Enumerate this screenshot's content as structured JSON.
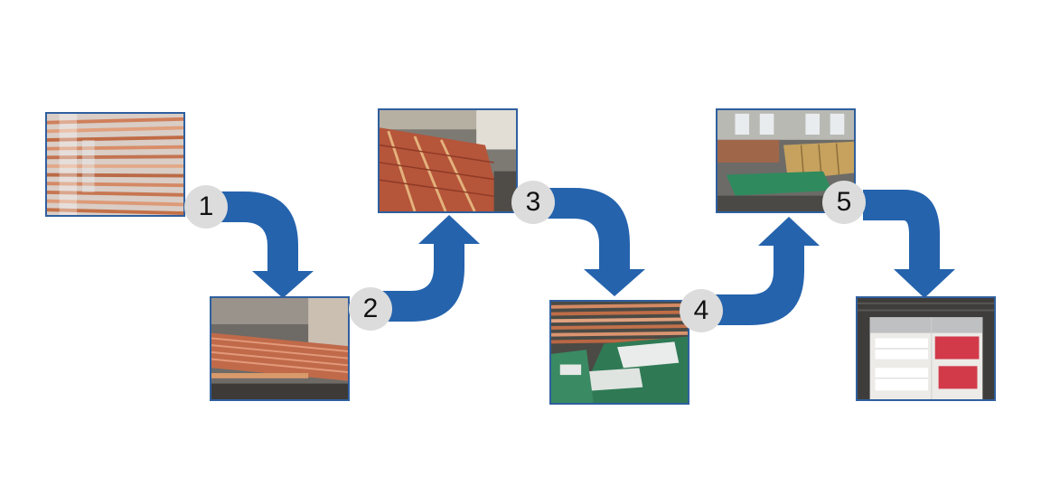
{
  "steps": [
    {
      "number": "1",
      "image": "copper-tubes-bundle"
    },
    {
      "number": "2",
      "image": "copper-rods-stacked-floor"
    },
    {
      "number": "3",
      "image": "copper-rods-warehouse-racks"
    },
    {
      "number": "4",
      "image": "copper-rods-green-wrapped"
    },
    {
      "number": "5",
      "image": "factory-floor-packing"
    },
    {
      "number": "",
      "image": "container-loaded-bundles"
    }
  ],
  "colors": {
    "arrow": "#2563ad",
    "frame": "#2f5f9e",
    "badge": "#dcdcdc",
    "copper": "#c9754a"
  }
}
